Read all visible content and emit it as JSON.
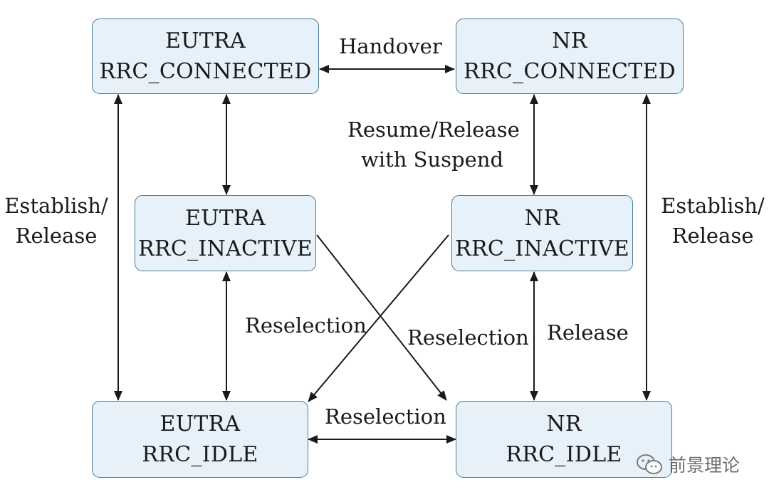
{
  "nodes": {
    "eutra_connected": {
      "line1": "EUTRA",
      "line2": "RRC_CONNECTED"
    },
    "nr_connected": {
      "line1": "NR",
      "line2": "RRC_CONNECTED"
    },
    "eutra_inactive": {
      "line1": "EUTRA",
      "line2": "RRC_INACTIVE"
    },
    "nr_inactive": {
      "line1": "NR",
      "line2": "RRC_INACTIVE"
    },
    "eutra_idle": {
      "line1": "EUTRA",
      "line2": "RRC_IDLE"
    },
    "nr_idle": {
      "line1": "NR",
      "line2": "RRC_IDLE"
    }
  },
  "edge_labels": {
    "handover": "Handover",
    "resume_release_1": "Resume/Release",
    "resume_release_2": "with Suspend",
    "establish_left_1": "Establish/",
    "establish_left_2": "Release",
    "establish_right_1": "Establish/",
    "establish_right_2": "Release",
    "reselection_left": "Reselection",
    "reselection_right": "Reselection",
    "reselection_bottom": "Reselection",
    "release": "Release"
  },
  "watermark": {
    "icon": "wechat-icon",
    "text": "前景理论"
  },
  "colors": {
    "box_fill": "#e6f1f9",
    "box_border": "#4a7b97",
    "line": "#1a1a1a"
  }
}
